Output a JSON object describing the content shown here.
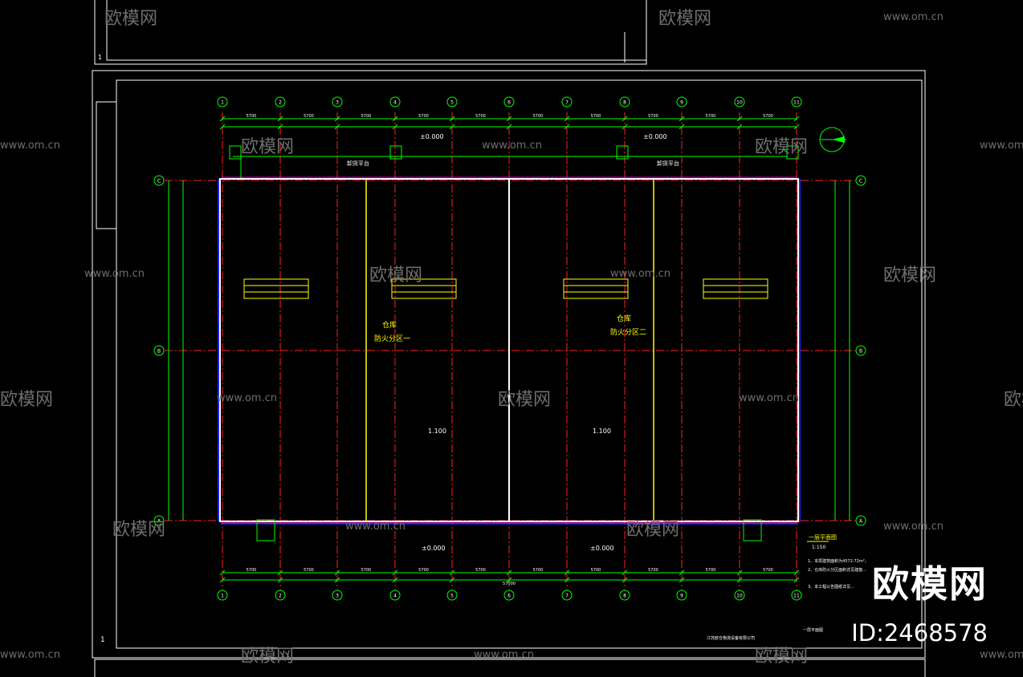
{
  "drawing": {
    "axis_numbers": [
      "1",
      "2",
      "3",
      "4",
      "5",
      "6",
      "7",
      "8",
      "9",
      "10",
      "11"
    ],
    "axis_letters": [
      "C",
      "B",
      "A"
    ],
    "dimension_bay": "5700",
    "dimension_total": "57000",
    "level_top": "±0.000",
    "level_bottom": "±0.000",
    "level_floor": "1.100",
    "zone_one_title": "仓库",
    "zone_one_name": "防火分区一",
    "zone_two_title": "仓库",
    "zone_two_name": "防火分区二",
    "platform_label": "卸货平台",
    "plan_title": "一层平面图",
    "plan_scale": "1:150",
    "sheet_number": "1",
    "notes": [
      "1、本层建筑面积为4572.72m²。",
      "2、仓库防火分区面积详见建施...",
      "3、本工程公告图纸详见..."
    ],
    "company": "江苏欧仓物流设备有限公司"
  },
  "watermark": {
    "url": "www.om.cn",
    "brand": "欧模网"
  },
  "overlay": {
    "logo": "欧模网",
    "id": "ID:2468578"
  },
  "colors": {
    "background": "#000000",
    "axis_red": "#ff2020",
    "dim_green": "#00ff00",
    "wall_white": "#ffffff",
    "wall_blue": "#2020ff",
    "yellow": "#ffff00",
    "magenta": "#ff00ff",
    "watermark_gray": "#6e6e6e"
  }
}
